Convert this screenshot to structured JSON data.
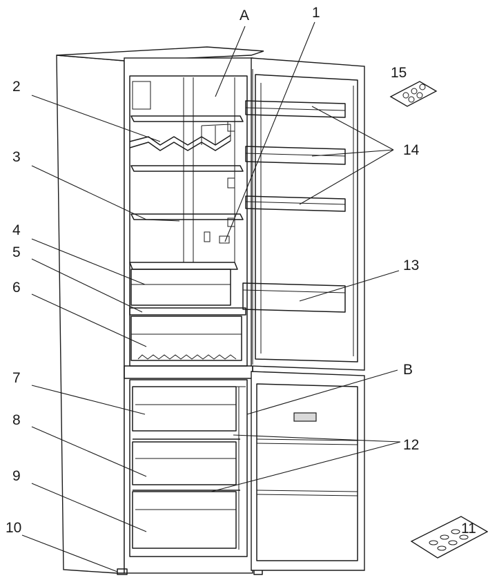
{
  "callouts": {
    "A": "A",
    "B": "B",
    "c1": "1",
    "c2": "2",
    "c3": "3",
    "c4": "4",
    "c5": "5",
    "c6": "6",
    "c7": "7",
    "c8": "8",
    "c9": "9",
    "c10": "10",
    "c11": "11",
    "c12": "12",
    "c13": "13",
    "c14": "14",
    "c15": "15"
  }
}
